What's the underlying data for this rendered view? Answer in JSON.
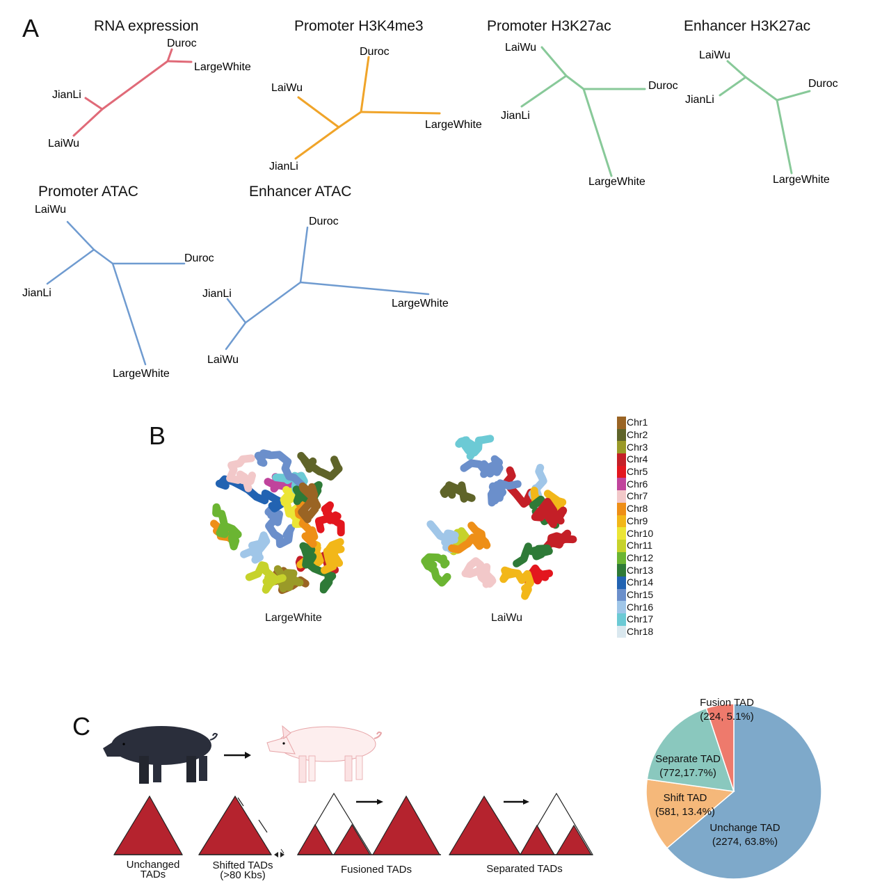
{
  "panels": {
    "A": {
      "letter": "A",
      "trees": [
        {
          "title": "RNA expression",
          "color": "#e06a78",
          "leaves": {
            "Duroc": "Duroc",
            "LargeWhite": "LargeWhite",
            "JianLi": "JianLi",
            "LaiWu": "LaiWu"
          }
        },
        {
          "title": "Promoter H3K4me3",
          "color": "#f0a429",
          "leaves": {
            "Duroc": "Duroc",
            "LargeWhite": "LargeWhite",
            "JianLi": "JianLi",
            "LaiWu": "LaiWu"
          }
        },
        {
          "title": "Promoter H3K27ac",
          "color": "#88c999",
          "leaves": {
            "Duroc": "Duroc",
            "LargeWhite": "LargeWhite",
            "JianLi": "JianLi",
            "LaiWu": "LaiWu"
          }
        },
        {
          "title": "Enhancer H3K27ac",
          "color": "#88c999",
          "leaves": {
            "Duroc": "Duroc",
            "LargeWhite": "LargeWhite",
            "JianLi": "JianLi",
            "LaiWu": "LaiWu"
          }
        },
        {
          "title": "Promoter ATAC",
          "color": "#6f9bd0",
          "leaves": {
            "Duroc": "Duroc",
            "LargeWhite": "LargeWhite",
            "JianLi": "JianLi",
            "LaiWu": "LaiWu"
          }
        },
        {
          "title": "Enhancer ATAC",
          "color": "#6f9bd0",
          "leaves": {
            "Duroc": "Duroc",
            "LargeWhite": "LargeWhite",
            "JianLi": "JianLi",
            "LaiWu": "LaiWu"
          }
        }
      ]
    },
    "B": {
      "letter": "B",
      "models": [
        {
          "caption": "LargeWhite"
        },
        {
          "caption": "LaiWu"
        }
      ],
      "legend": [
        {
          "label": "Chr1",
          "color": "#9a6424"
        },
        {
          "label": "Chr2",
          "color": "#5f6429"
        },
        {
          "label": "Chr3",
          "color": "#9a9a28"
        },
        {
          "label": "Chr4",
          "color": "#c41f27"
        },
        {
          "label": "Chr5",
          "color": "#e3161e"
        },
        {
          "label": "Chr6",
          "color": "#c0449c"
        },
        {
          "label": "Chr7",
          "color": "#f2c8c9"
        },
        {
          "label": "Chr8",
          "color": "#ee8f17"
        },
        {
          "label": "Chr9",
          "color": "#f2b719"
        },
        {
          "label": "Chr10",
          "color": "#ebe535"
        },
        {
          "label": "Chr11",
          "color": "#c6d22b"
        },
        {
          "label": "Chr12",
          "color": "#6bb532"
        },
        {
          "label": "Chr13",
          "color": "#2e7a37"
        },
        {
          "label": "Chr14",
          "color": "#2263b2"
        },
        {
          "label": "Chr15",
          "color": "#6b8fcb"
        },
        {
          "label": "Chr16",
          "color": "#a0c6e8"
        },
        {
          "label": "Chr17",
          "color": "#6ccad5"
        },
        {
          "label": "Chr18",
          "color": "#dae8ef"
        }
      ]
    },
    "C": {
      "letter": "C",
      "pigs": [
        {
          "name": "black-pig",
          "color": "#2a2e3b"
        },
        {
          "name": "white-pig",
          "color": "#fdeeee"
        }
      ],
      "tad_types": [
        {
          "label_line1": "Unchanged",
          "label_line2": "TADs"
        },
        {
          "label_line1": "Shifted TADs",
          "label_line2": "(>80 Kbs)"
        },
        {
          "label_line1": "Fusioned  TADs",
          "label_line2": ""
        },
        {
          "label_line1": "Separated TADs",
          "label_line2": ""
        }
      ],
      "tad_color": "#b5232e"
    }
  },
  "chart_data": {
    "type": "pie",
    "title": "",
    "start_angle_deg": 90,
    "direction": "clockwise",
    "slices": [
      {
        "label": "Unchange TAD",
        "count": 2274,
        "percent": 63.8,
        "text": "(2274, 63.8%)",
        "color": "#7ea9ca"
      },
      {
        "label": "Shift TAD",
        "count": 581,
        "percent": 13.4,
        "text": "(581, 13.4%)",
        "color": "#f5b87a"
      },
      {
        "label": "Separate TAD",
        "count": 772,
        "percent": 17.7,
        "text": "(772,17.7%)",
        "color": "#8ac8be"
      },
      {
        "label": "Fusion TAD",
        "count": 224,
        "percent": 5.1,
        "text": "(224, 5.1%)",
        "color": "#ee7a6c"
      }
    ]
  }
}
